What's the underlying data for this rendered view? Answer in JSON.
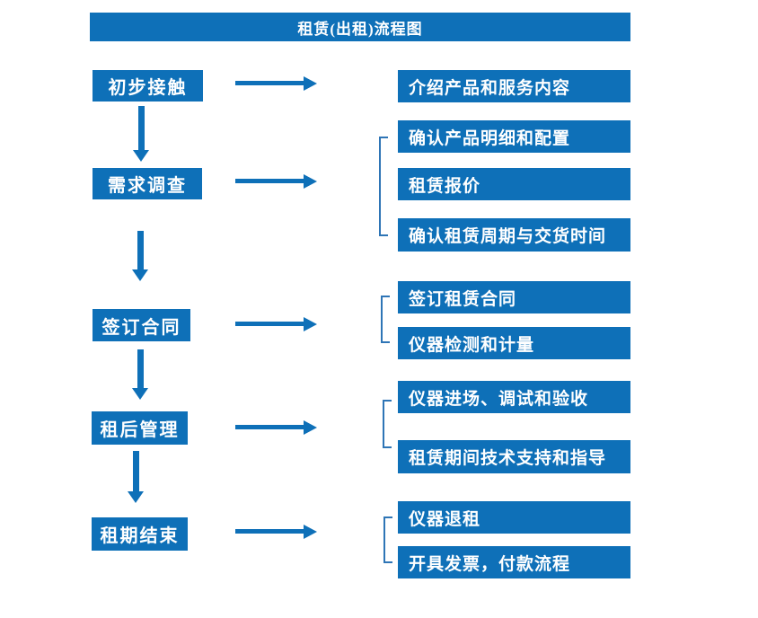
{
  "title": "租赁(出租)流程图",
  "colors": {
    "primary_blue": "#0e70b8",
    "bracket_blue": "#2e75b6",
    "text_on_blue": "#ffffff",
    "background": "#ffffff"
  },
  "stages": [
    {
      "label": "初步接触",
      "outputs": [
        "介绍产品和服务内容"
      ]
    },
    {
      "label": "需求调查",
      "outputs": [
        "确认产品明细和配置",
        "租赁报价",
        "确认租赁周期与交货时间"
      ]
    },
    {
      "label": "签订合同",
      "outputs": [
        "签订租赁合同",
        "仪器检测和计量"
      ]
    },
    {
      "label": "租后管理",
      "outputs": [
        "仪器进场、调试和验收",
        "租赁期间技术支持和指导"
      ]
    },
    {
      "label": "租期结束",
      "outputs": [
        "仪器退租",
        "开具发票，付款流程"
      ]
    }
  ]
}
